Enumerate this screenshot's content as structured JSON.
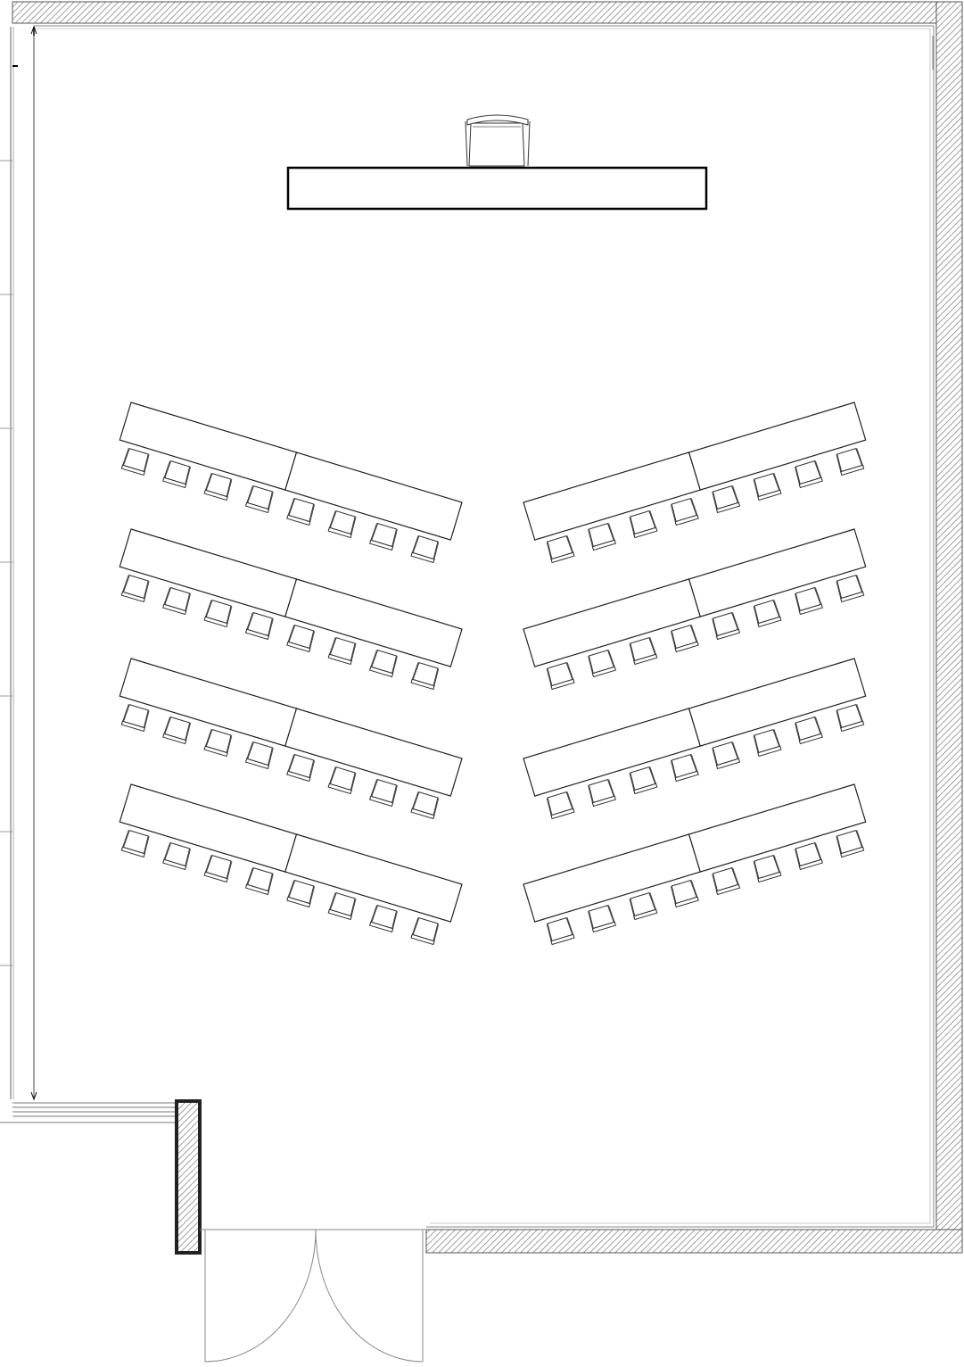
{
  "floor_plan": {
    "title": "",
    "colors": {
      "line": "#222222",
      "thin_line": "#555555",
      "wall_hatch": "#777777",
      "paper": "#ffffff"
    },
    "icons": {
      "presenter_chair": "chair-icon",
      "seat": "chair-icon",
      "door": "double-door-icon",
      "column": "column-icon"
    },
    "head_table": {
      "count": 1,
      "chairs": 1
    },
    "seating_blocks": [
      {
        "side": "left",
        "rows": 4,
        "tables_per_row": 2,
        "chairs_per_table": 4
      },
      {
        "side": "right",
        "rows": 4,
        "tables_per_row": 2,
        "chairs_per_table": 4
      }
    ],
    "entrance": {
      "type": "double door"
    }
  }
}
